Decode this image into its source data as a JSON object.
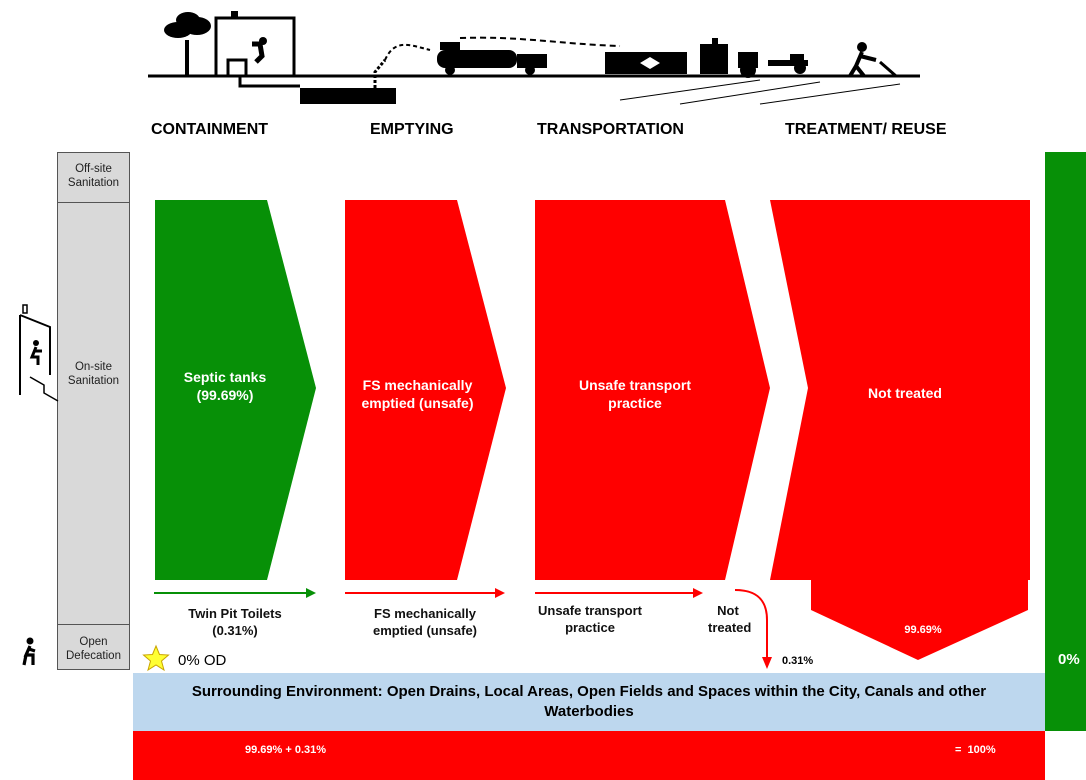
{
  "stages": {
    "containment": "CONTAINMENT",
    "emptying": "EMPTYING",
    "transportation": "TRANSPORTATION",
    "treatment": "TREATMENT/ REUSE"
  },
  "side": {
    "offsite": "Off-site Sanitation",
    "onsite": "On-site Sanitation",
    "open_def": "Open Defecation"
  },
  "flows": {
    "septic": "Septic tanks (99.69%)",
    "fs_emptied": "FS mechanically emptied (unsafe)",
    "unsafe_transport": "Unsafe transport practice",
    "not_treated": "Not treated",
    "not_treated_pct": "99.69%"
  },
  "subflows": {
    "twin_pit": "Twin Pit Toilets (0.31%)",
    "fs_emptied": "FS mechanically emptied (unsafe)",
    "unsafe_transport": "Unsafe transport practice",
    "not_treated": "Not treated",
    "pct": "0.31%"
  },
  "od": "0% OD",
  "safe_pct": "0%",
  "environment": "Surrounding Environment: Open Drains, Local Areas, Open Fields and Spaces within the City, Canals and other Waterbodies",
  "bottom": {
    "left": "99.69% + 0.31%",
    "right": "=  100%"
  },
  "colors": {
    "green": "#079007",
    "red": "#ff0000",
    "env": "#bdd7ee",
    "side": "#d9d9d9"
  },
  "icons": [
    "tree-icon",
    "latrine-icon",
    "septic-tank-icon",
    "vacuum-truck-icon",
    "treatment-plant-icon",
    "tractor-icon",
    "farmer-icon",
    "squatting-person-icon",
    "star-icon"
  ]
}
